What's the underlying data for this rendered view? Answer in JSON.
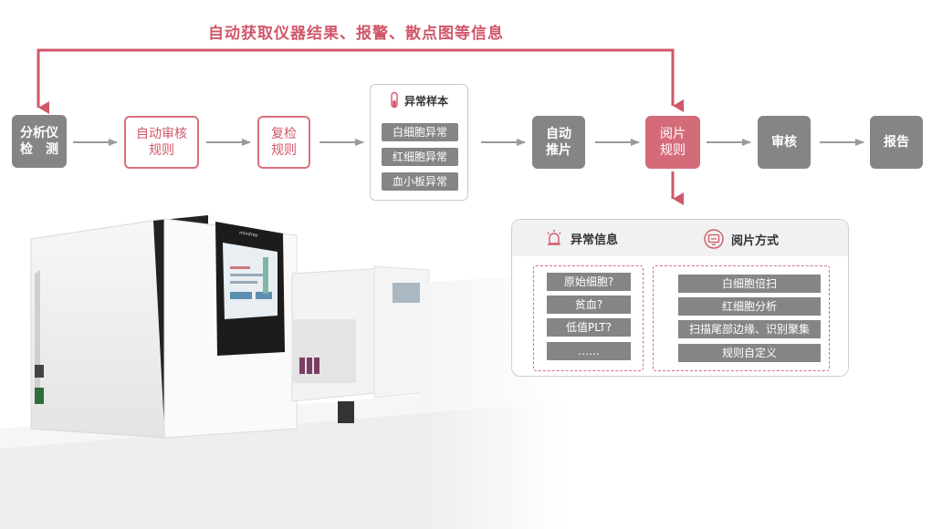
{
  "title": "自动获取仪器结果、报警、散点图等信息",
  "flow": {
    "analyzer": [
      "分析仪",
      "检　测"
    ],
    "auto_review": [
      "自动审核",
      "规则"
    ],
    "recheck": [
      "复检",
      "规则"
    ],
    "auto_smear": [
      "自动",
      "推片"
    ],
    "slide_review": [
      "阅片",
      "规则"
    ],
    "audit": "审核",
    "report": "报告"
  },
  "abnormal_samples": {
    "header": "异常样本",
    "items": [
      "白细胞异常",
      "红细胞异常",
      "血小板异常"
    ]
  },
  "detail_panel": {
    "abnormal_info_header": "异常信息",
    "review_method_header": "阅片方式",
    "abnormal_info": [
      "原始细胞?",
      "贫血?",
      "低值PLT?",
      "……"
    ],
    "review_methods": [
      "白细胞倍扫",
      "红细胞分析",
      "扫描尾部边缘、识别聚集",
      "规则自定义"
    ]
  },
  "device_brand": "mindray",
  "colors": {
    "accent": "#d0576a",
    "node_gray": "#858585",
    "node_pink": "#d46b79",
    "arrow_gray": "#9a9a9a"
  }
}
